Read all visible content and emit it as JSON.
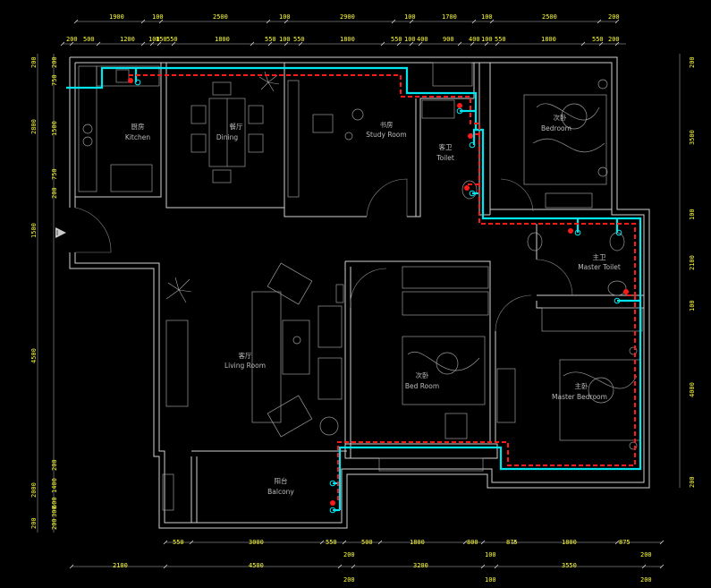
{
  "dimensions": {
    "top_row1": [
      "1900",
      "100",
      "2500",
      "100",
      "2900",
      "100",
      "1700",
      "100",
      "2500",
      "200"
    ],
    "top_row2": [
      "200",
      "500",
      "1200",
      "100",
      "150",
      "550",
      "1800",
      "550",
      "100",
      "550",
      "1800",
      "550",
      "100",
      "400",
      "900",
      "400",
      "100",
      "550",
      "1800",
      "550",
      "200"
    ],
    "bottom_row1": [
      "550",
      "3000",
      "550",
      "500",
      "1800",
      "800",
      "875",
      "1800",
      "875"
    ],
    "bottom_row2": [
      "2100",
      "4500",
      "200",
      "3200",
      "100",
      "3550",
      "200"
    ],
    "bottom_row3": [
      "200",
      "100",
      "200"
    ],
    "left_outer": [
      "200",
      "2800",
      "1500",
      "4500",
      "2000",
      "200"
    ],
    "left_inner": [
      "200",
      "750",
      "1500",
      "750",
      "200",
      "200",
      "1400",
      "600",
      "300",
      "200"
    ],
    "right": [
      "200",
      "3500",
      "100",
      "2100",
      "100",
      "4000",
      "200"
    ]
  },
  "rooms": {
    "kitchen": [
      "厨房",
      "Kitchen"
    ],
    "dining": [
      "餐厅",
      "Dining"
    ],
    "study": [
      "书房",
      "Study Room"
    ],
    "toilet": [
      "客卫",
      "Toilet"
    ],
    "bedroom_ne": [
      "次卧",
      "Bedroom"
    ],
    "master_toilet": [
      "主卫",
      "Master Toilet"
    ],
    "living": [
      "客厅",
      "Living Room"
    ],
    "bedroom": [
      "次卧",
      "Bed Room"
    ],
    "master_bedroom": [
      "主卧",
      "Master Bedroom"
    ],
    "balcony": [
      "阳台",
      "Balcony"
    ]
  },
  "colors": {
    "background": "#000000",
    "wall": "#cfcfcf",
    "dimension_text": "#ffff33",
    "cold_water_pipe": "#00e5ee",
    "hot_water_pipe": "#ff1a1a",
    "room_label": "#bbbbbb"
  },
  "icons": {
    "entry": "entry-arrow-icon",
    "plant": "potted-plant-icon",
    "cold_outlet": "cold-water-outlet-icon",
    "hot_outlet": "hot-water-outlet-icon"
  }
}
